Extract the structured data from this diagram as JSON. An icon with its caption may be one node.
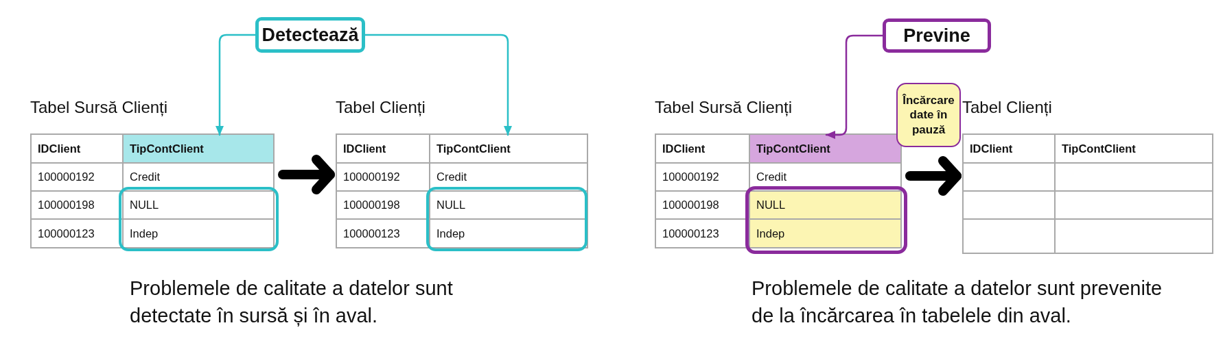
{
  "diagram": {
    "nodes": [
      {
        "text": [
          "Detectează"
        ]
      },
      {
        "text": [
          "Tabel Sursă Clienți"
        ]
      },
      {
        "text": [
          "IDClient"
        ],
        "in": 1
      },
      {
        "text": [
          "TipContClient"
        ],
        "in": 1
      },
      {
        "text": [
          "100000192"
        ],
        "in": 1
      },
      {
        "text": [
          "Credit"
        ],
        "in": 1
      },
      {
        "text": [
          "100000198"
        ],
        "in": 1
      },
      {
        "text": [
          "NULL"
        ],
        "in": 1
      },
      {
        "text": [
          "100000123"
        ],
        "in": 1
      },
      {
        "text": [
          "Indep"
        ],
        "in": 1
      },
      {
        "text": [
          "Tabel Clienți"
        ]
      },
      {
        "text": [
          "IDClient"
        ],
        "in": 10
      },
      {
        "text": [
          "TipContClient"
        ],
        "in": 10
      },
      {
        "text": [
          "100000192"
        ],
        "in": 10
      },
      {
        "text": [
          "Credit"
        ],
        "in": 10
      },
      {
        "text": [
          "100000198"
        ],
        "in": 10
      },
      {
        "text": [
          "NULL"
        ],
        "in": 10
      },
      {
        "text": [
          "100000123"
        ],
        "in": 10
      },
      {
        "text": [
          "Indep"
        ],
        "in": 10
      },
      {
        "text": [
          "Previne"
        ]
      },
      {
        "text": [
          "Tabel Sursă Clienți"
        ]
      },
      {
        "text": [
          "IDClient"
        ],
        "in": 20
      },
      {
        "text": [
          "TipContClient"
        ],
        "in": 20
      },
      {
        "text": [
          "100000192"
        ],
        "in": 20
      },
      {
        "text": [
          "Credit"
        ],
        "in": 20
      },
      {
        "text": [
          "100000198"
        ],
        "in": 20
      },
      {
        "text": [
          "NULL"
        ],
        "in": 20
      },
      {
        "text": [
          "100000123"
        ],
        "in": 20
      },
      {
        "text": [
          "Indep"
        ],
        "in": 20
      },
      {
        "text": [
          "Încărcare date în pauză"
        ]
      },
      {
        "text": [
          "Tabel Clienți"
        ]
      },
      {
        "text": [
          "IDClient"
        ],
        "in": 30
      },
      {
        "text": [
          "TipContClient"
        ],
        "in": 30
      },
      {
        "text": [],
        "shape": "box",
        "in": 30
      },
      {
        "text": [],
        "shape": "box",
        "in": 30
      },
      {
        "text": [],
        "shape": "box",
        "in": 30
      },
      {
        "text": [],
        "shape": "box",
        "in": 30
      },
      {
        "text": [],
        "shape": "box",
        "in": 30
      },
      {
        "text": [],
        "shape": "box",
        "in": 30
      }
    ],
    "edges": [
      {
        "from": 0,
        "to": 3,
        "arrow": "to",
        "color": "#2bbfc7"
      },
      {
        "from": 0,
        "to": 12,
        "arrow": "to",
        "color": "#2bbfc7"
      },
      {
        "from": 1,
        "to": 10,
        "arrow": "to",
        "style": "thick",
        "color": "#000000"
      },
      {
        "from": 19,
        "to": 22,
        "arrow": "to",
        "color": "#8a2b9c"
      },
      {
        "from": 20,
        "to": 30,
        "arrow": "to",
        "style": "thick",
        "color": "#000000"
      }
    ],
    "labels": [
      "Problemele de calitate a datelor sunt detectate în sursă și în aval.",
      "Problemele de calitate a datelor sunt prevenite de la încărcarea în tabelele din aval."
    ]
  }
}
